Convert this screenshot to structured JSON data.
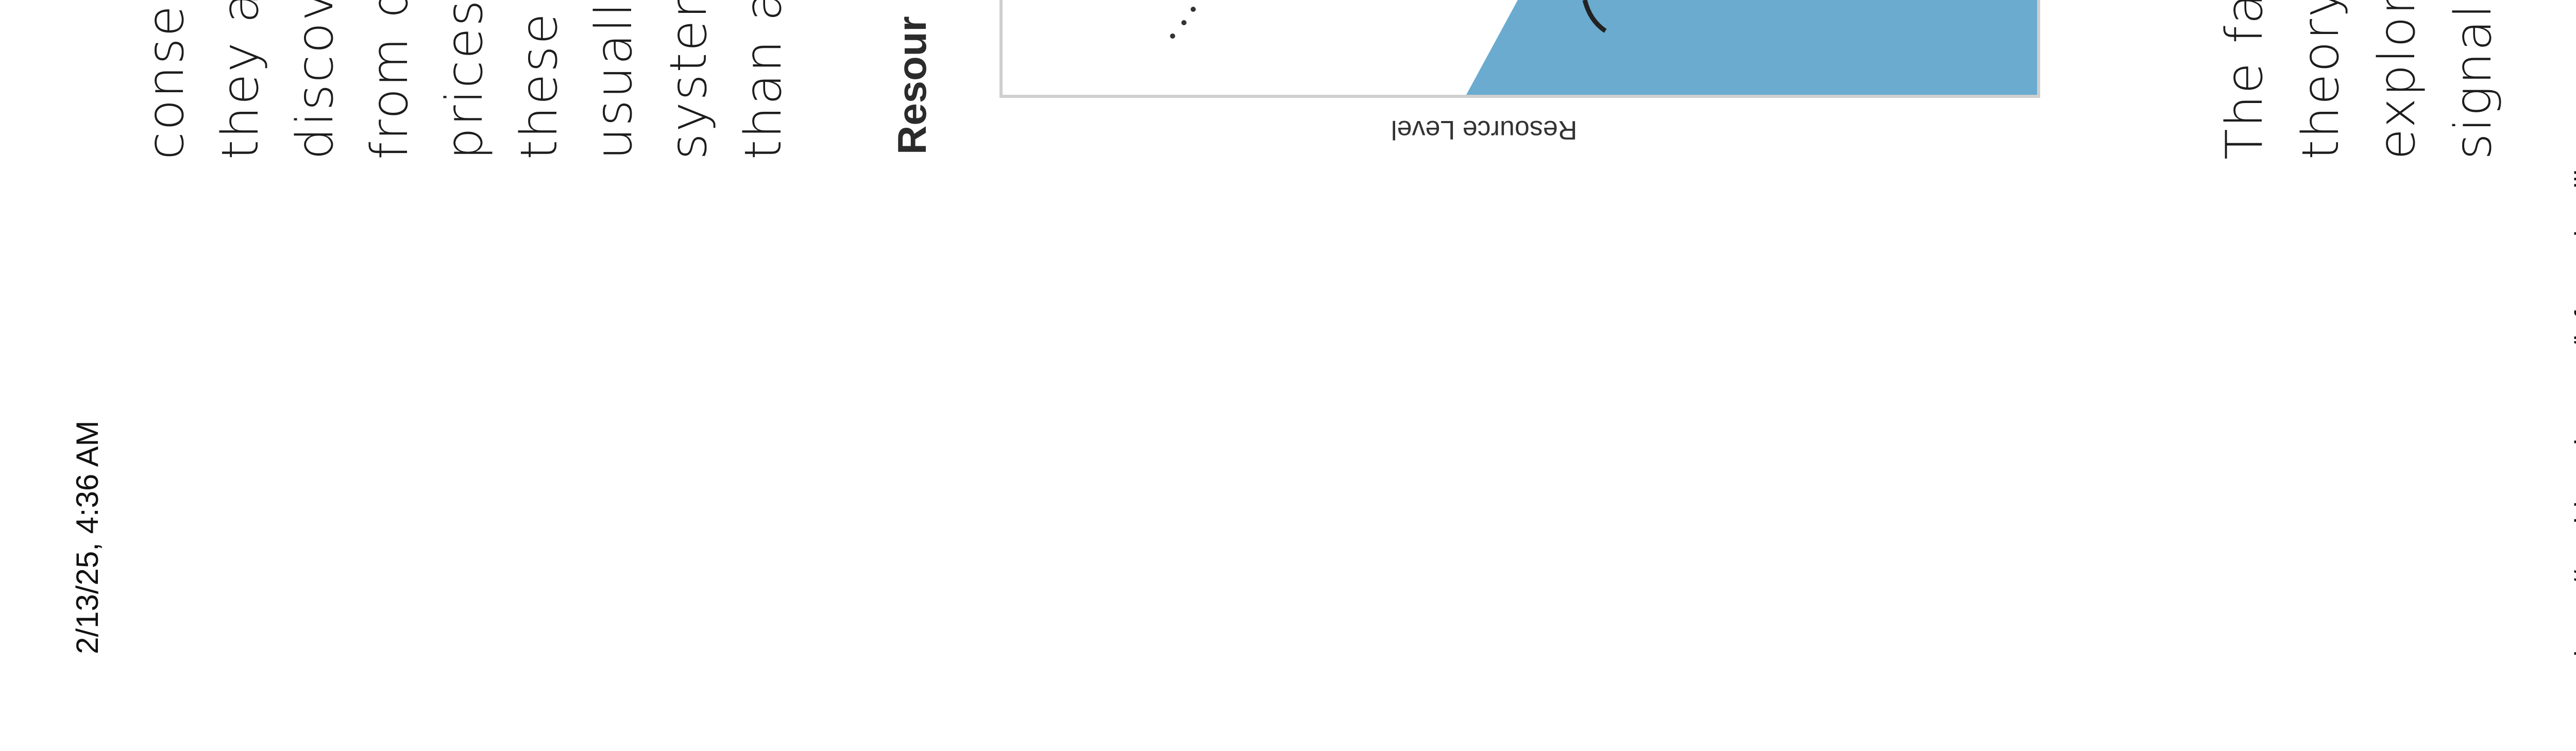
{
  "print_header": {
    "timestamp": "2/13/25, 4:36 AM"
  },
  "print_footer": {
    "url": "https://world-nuclear.org/information-library"
  },
  "left_column": {
    "lines": [
      "conser",
      "they a",
      "discov",
      "from d",
      "prices",
      "these r",
      "usually",
      "system",
      "than a"
    ]
  },
  "figure": {
    "heading": "Resour",
    "x_axis_label": "Resource Level",
    "fill_color": "#6aabcf",
    "frame_color": "#cfcfcf"
  },
  "right_column": {
    "lines": [
      "The fa",
      "theory",
      "explore",
      "signals"
    ]
  }
}
